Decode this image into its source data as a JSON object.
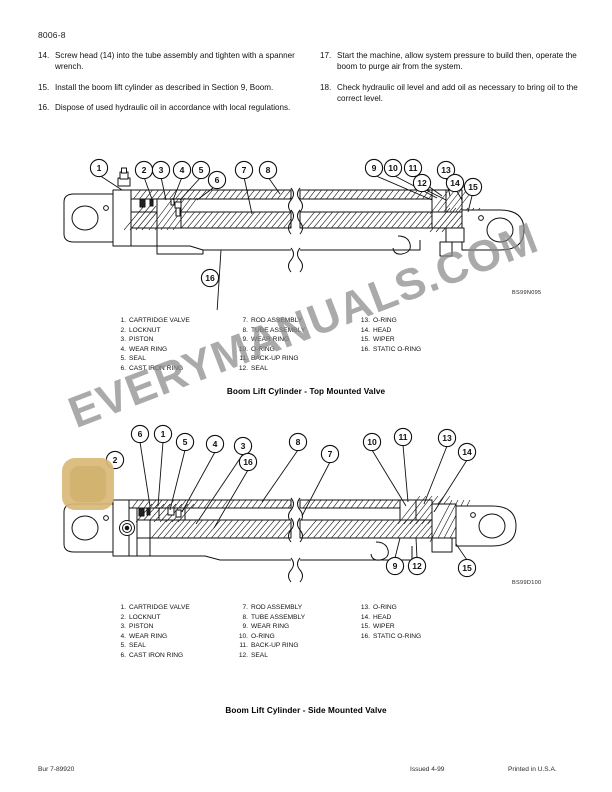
{
  "page": {
    "page_id": "8006-8"
  },
  "instructions": {
    "left_column": [
      {
        "num": "14.",
        "text": "Screw head (14) into the tube assembly and tighten with a spanner wrench."
      },
      {
        "num": "15.",
        "text": "Install the boom lift cylinder as described in Section 9, Boom."
      },
      {
        "num": "16.",
        "text": "Dispose of used hydraulic oil in accordance with local regulations."
      }
    ],
    "right_column": [
      {
        "num": "17.",
        "text": "Start the machine, allow system pressure to build then, operate the boom to purge air from the system."
      },
      {
        "num": "18.",
        "text": "Check hydraulic oil level and add oil as necessary to bring oil to the correct level."
      }
    ]
  },
  "figure_one": {
    "code": "BS99N095",
    "caption": "Boom Lift Cylinder - Top Mounted Valve",
    "callouts": [
      "1",
      "2",
      "3",
      "4",
      "5",
      "6",
      "7",
      "8",
      "9",
      "10",
      "11",
      "12",
      "13",
      "14",
      "15",
      "16"
    ],
    "legend_columns": [
      [
        {
          "num": "1.",
          "label": "CARTRIDGE VALVE"
        },
        {
          "num": "2.",
          "label": "LOCKNUT"
        },
        {
          "num": "3.",
          "label": "PISTON"
        },
        {
          "num": "4.",
          "label": "WEAR RING"
        },
        {
          "num": "5.",
          "label": "SEAL"
        },
        {
          "num": "6.",
          "label": "CAST IRON RING"
        }
      ],
      [
        {
          "num": "7.",
          "label": "ROD ASSEMBLY"
        },
        {
          "num": "8.",
          "label": "TUBE ASSEMBLY"
        },
        {
          "num": "9.",
          "label": "WEAR RING"
        },
        {
          "num": "10.",
          "label": "O-RING"
        },
        {
          "num": "11.",
          "label": "BACK-UP RING"
        },
        {
          "num": "12.",
          "label": "SEAL"
        }
      ],
      [
        {
          "num": "13.",
          "label": "O-RING"
        },
        {
          "num": "14.",
          "label": "HEAD"
        },
        {
          "num": "15.",
          "label": "WIPER"
        },
        {
          "num": "16.",
          "label": "STATIC O-RING"
        }
      ]
    ]
  },
  "figure_two": {
    "code": "BS99D100",
    "caption": "Boom Lift Cylinder - Side Mounted Valve",
    "callouts": [
      "1",
      "2",
      "3",
      "4",
      "5",
      "6",
      "7",
      "8",
      "9",
      "10",
      "11",
      "12",
      "13",
      "14",
      "15",
      "16"
    ],
    "legend_columns": [
      [
        {
          "num": "1.",
          "label": "CARTRIDGE VALVE"
        },
        {
          "num": "2.",
          "label": "LOCKNUT"
        },
        {
          "num": "3.",
          "label": "PISTON"
        },
        {
          "num": "4.",
          "label": "WEAR RING"
        },
        {
          "num": "5.",
          "label": "SEAL"
        },
        {
          "num": "6.",
          "label": "CAST IRON RING"
        }
      ],
      [
        {
          "num": "7.",
          "label": "ROD ASSEMBLY"
        },
        {
          "num": "8.",
          "label": "TUBE ASSEMBLY"
        },
        {
          "num": "9.",
          "label": "WEAR RING"
        },
        {
          "num": "10.",
          "label": "O-RING"
        },
        {
          "num": "11.",
          "label": "BACK-UP RING"
        },
        {
          "num": "12.",
          "label": "SEAL"
        }
      ],
      [
        {
          "num": "13.",
          "label": "O-RING"
        },
        {
          "num": "14.",
          "label": "HEAD"
        },
        {
          "num": "15.",
          "label": "WIPER"
        },
        {
          "num": "16.",
          "label": "STATIC O-RING"
        }
      ]
    ]
  },
  "footer": {
    "left": "Bur 7-89920",
    "middle": "Issued 4-99",
    "right": "Printed in U.S.A."
  },
  "watermark": {
    "text": "EVERYMANUALS.COM",
    "badge_color": "#d9b877"
  }
}
